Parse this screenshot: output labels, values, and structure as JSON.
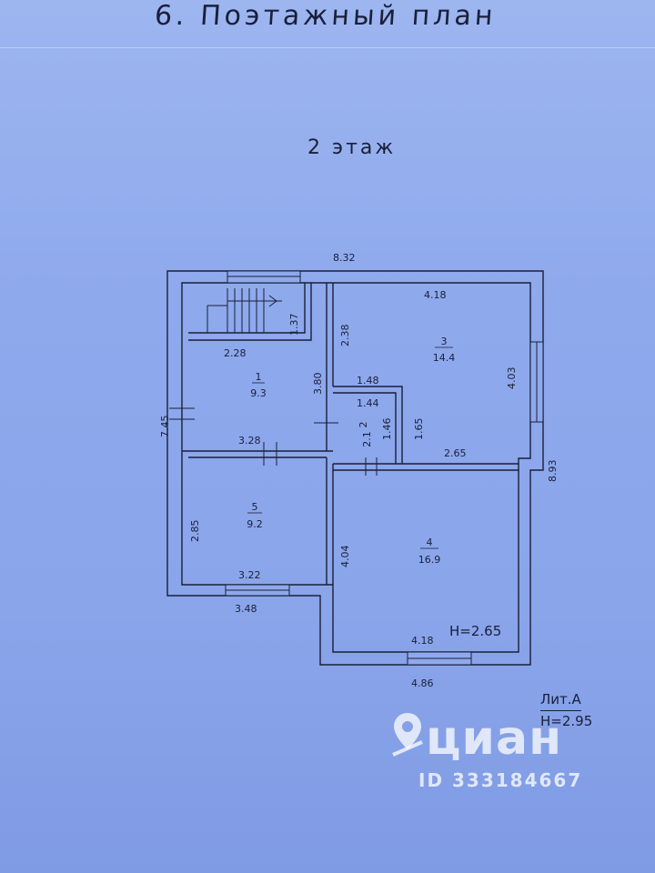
{
  "header": {
    "title": "6. Поэтажный план",
    "floor": "2 этаж"
  },
  "plan": {
    "overall": {
      "width": "8.32",
      "depth_left": "7.45",
      "depth_right": "8.93",
      "bottom_left": "3.48",
      "bottom_right": "4.86"
    },
    "rooms": [
      {
        "num": "1",
        "area": "9.3"
      },
      {
        "num": "2",
        "area": "2.1"
      },
      {
        "num": "3",
        "area": "14.4"
      },
      {
        "num": "4",
        "area": "16.9"
      },
      {
        "num": "5",
        "area": "9.2"
      }
    ],
    "dims": {
      "d_418_top": "4.18",
      "d_238": "2.38",
      "d_137": "1.37",
      "d_228": "2.28",
      "d_380": "3.80",
      "d_148": "1.48",
      "d_144": "1.44",
      "d_146": "1.46",
      "d_165": "1.65",
      "d_403": "4.03",
      "d_328": "3.28",
      "d_265": "2.65",
      "d_285": "2.85",
      "d_404": "4.04",
      "d_322": "3.22",
      "d_418_bottom": "4.18"
    },
    "room_height": "H=2.65"
  },
  "stamp": {
    "lit": "Лит.А",
    "height": "H=2.95"
  },
  "watermark": {
    "brand": "циан",
    "id": "ID 333184667"
  },
  "colors": {
    "ink": "#1a1f3a",
    "paper": "#8ea9ec",
    "wall_fill": "#8ea9ec"
  }
}
